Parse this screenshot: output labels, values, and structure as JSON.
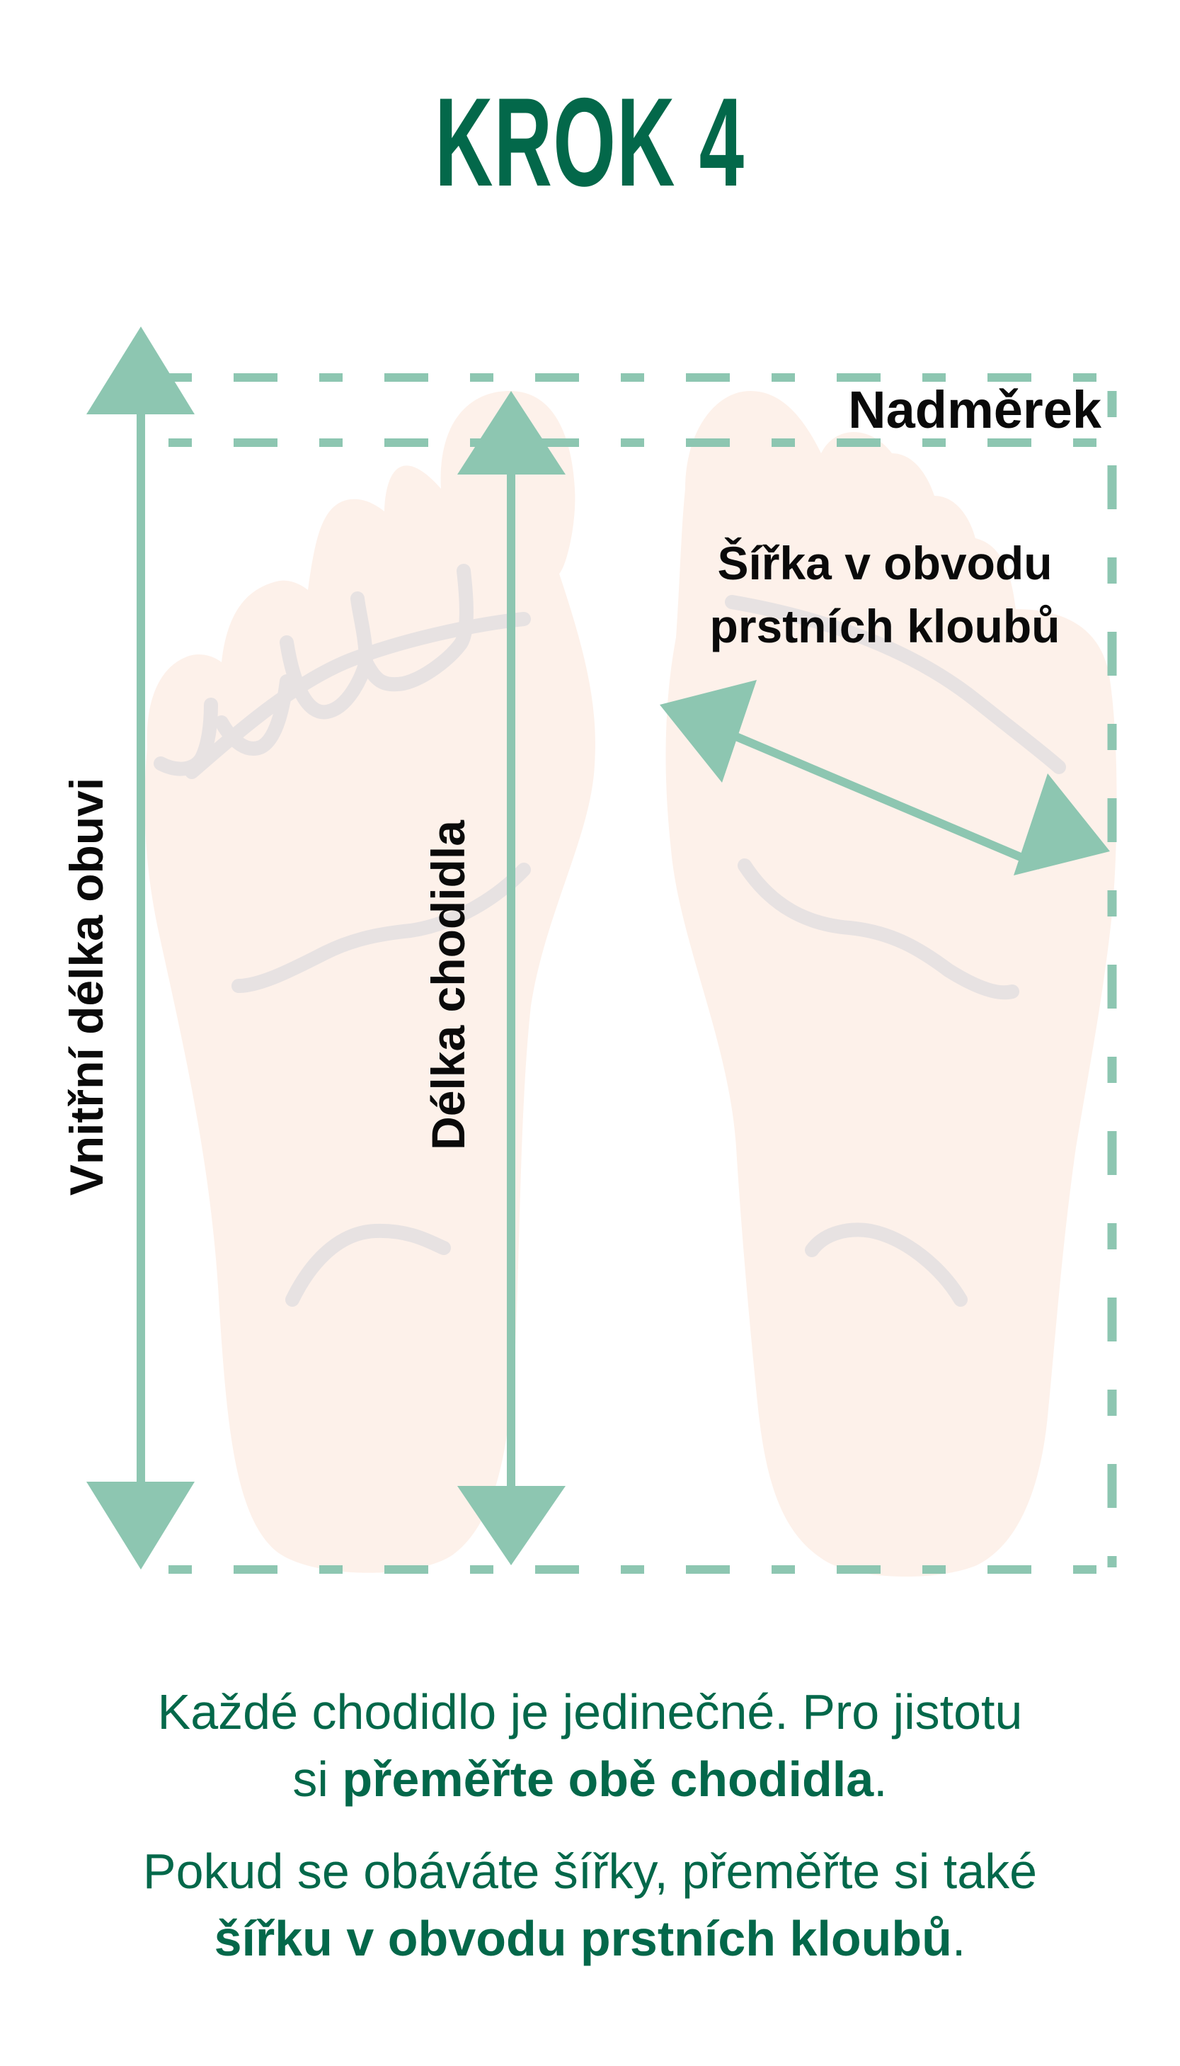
{
  "header": {
    "title": "KROK 4"
  },
  "diagram": {
    "labels": {
      "overage": "Nadměrek",
      "ball_width_line1": "Šířka v obvodu",
      "ball_width_line2": "prstních kloubů",
      "inner_shoe_length": "Vnitřní délka obuvi",
      "foot_length": "Délka chodidla"
    },
    "colors": {
      "accent_teal": "#8DC6B1",
      "skin": "#FDF1EA",
      "foot_lines": "#E7E2E2",
      "label_text": "#0A0A0A"
    },
    "icons": [
      "foot-left-icon",
      "foot-right-icon",
      "double-arrow-vertical-icon",
      "double-arrow-diagonal-icon",
      "dashed-box-icon"
    ]
  },
  "captions": {
    "paragraph1": {
      "line1": "Každé chodidlo je jedinečné. Pro jistotu",
      "line2_prefix": "si ",
      "line2_bold": "přeměřte obě chodidla",
      "line2_suffix": "."
    },
    "paragraph2": {
      "line1": "Pokud se obáváte šířky, přeměřte si také",
      "line2_bold": "šířku v obvodu prstních kloubů",
      "line2_suffix": "."
    }
  },
  "colors": {
    "brand_green": "#03684A",
    "background": "#FFFFFF"
  }
}
